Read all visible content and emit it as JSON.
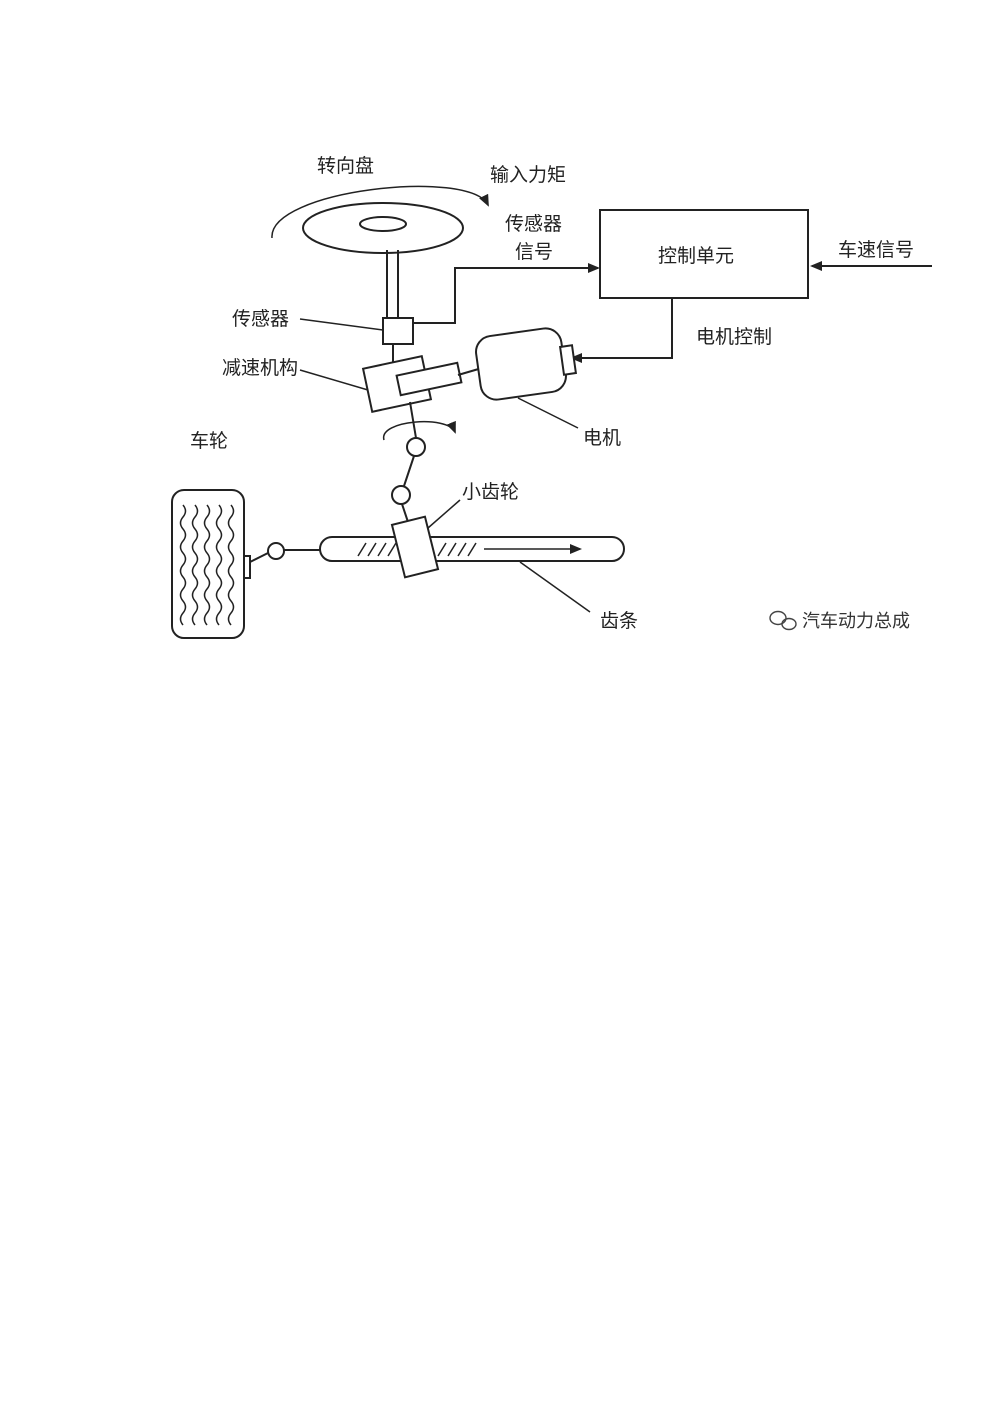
{
  "labels": {
    "steering_wheel": "转向盘",
    "input_torque": "输入力矩",
    "sensor_signal_line1": "传感器",
    "sensor_signal_line2": "信号",
    "control_unit": "控制单元",
    "vehicle_speed_signal": "车速信号",
    "sensor": "传感器",
    "motor_control": "电机控制",
    "reduction_mechanism": "减速机构",
    "motor": "电机",
    "wheel": "车轮",
    "pinion": "小齿轮",
    "rack": "齿条"
  },
  "watermark": {
    "text": "汽车动力总成",
    "icon": "wechat-icon"
  }
}
